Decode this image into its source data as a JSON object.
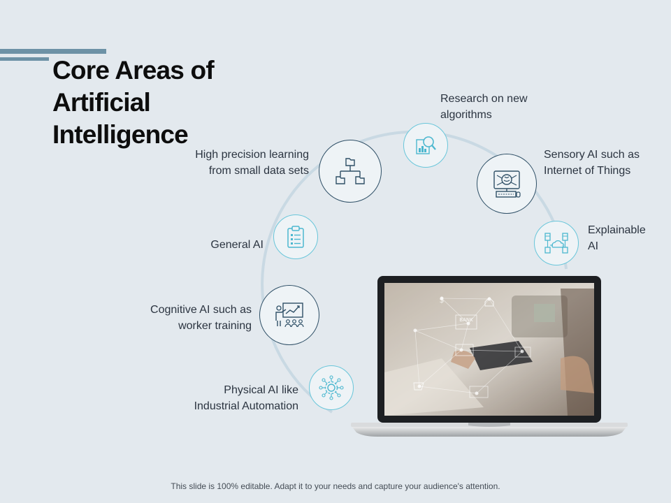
{
  "title": "Core Areas of\nArtificial\nIntelligence",
  "items": [
    {
      "label": "Research on new\nalgorithms",
      "icon": "magnifier-chart-icon"
    },
    {
      "label": "High precision learning\nfrom small data sets",
      "icon": "hierarchy-icon"
    },
    {
      "label": "Sensory AI such as\nInternet of Things",
      "icon": "computer-brain-icon"
    },
    {
      "label": "General AI",
      "icon": "clipboard-icon"
    },
    {
      "label": "Explainable\nAI",
      "icon": "network-devices-icon"
    },
    {
      "label": "Cognitive AI such as\nworker training",
      "icon": "presentation-icon"
    },
    {
      "label": "Physical AI like\nIndustrial Automation",
      "icon": "gear-network-icon"
    }
  ],
  "laptop_screen_text": {
    "bank": "BANK"
  },
  "colors": {
    "background": "#e3e9ee",
    "accent_teal": "#69c6da",
    "accent_navy": "#2e4f66",
    "arc": "#c9d9e3"
  },
  "footer": "This slide is 100% editable. Adapt it to your needs and capture your audience's attention."
}
